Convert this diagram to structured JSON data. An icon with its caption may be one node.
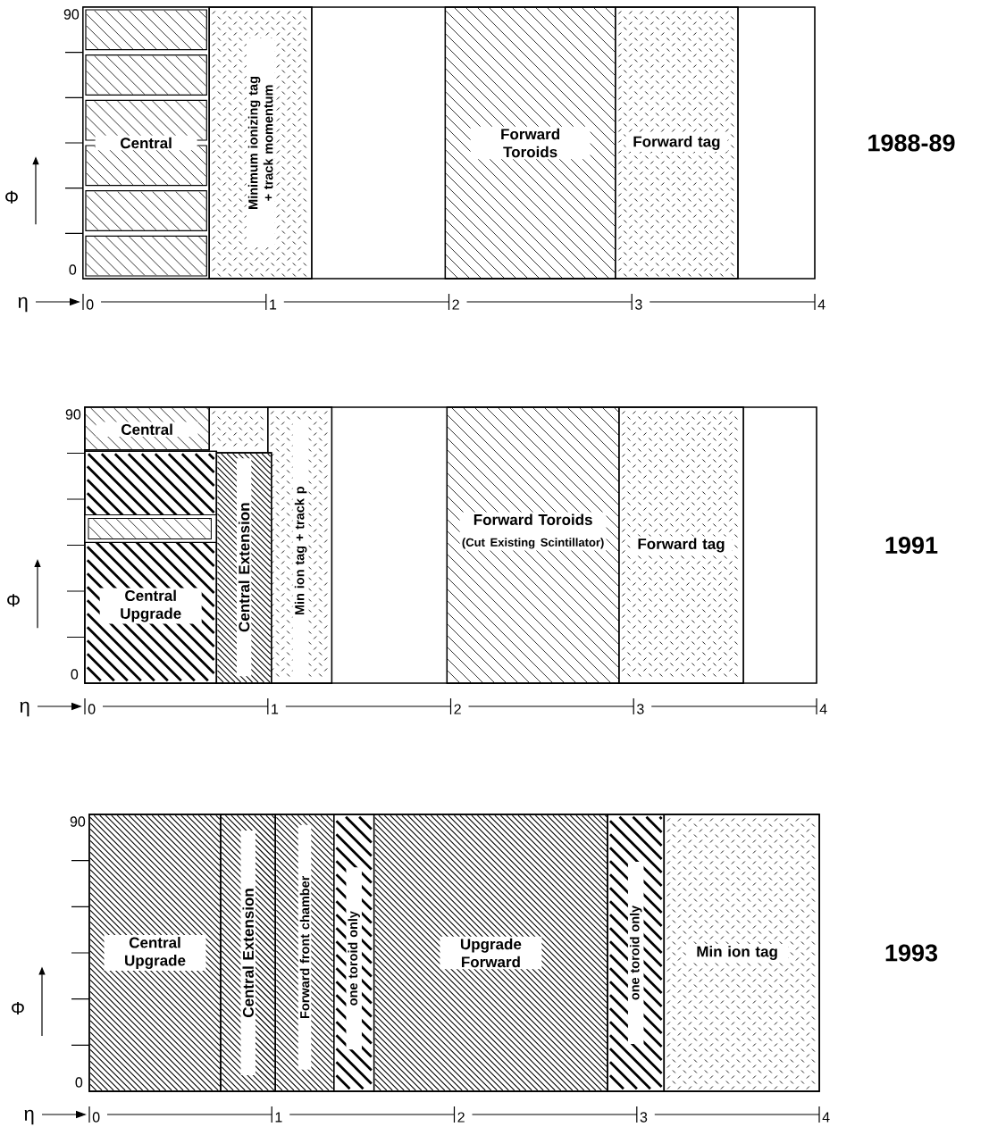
{
  "diagram": {
    "nodes": [
      {
        "text": [],
        "shape": "box"
      },
      {
        "text": [
          "Central"
        ],
        "in": 0
      },
      {
        "text": [
          "Minimum ionizing tag + track momentum"
        ],
        "in": 0
      },
      {
        "text": [
          "Forward Toroids"
        ],
        "in": 0
      },
      {
        "text": [
          "Forward tag"
        ],
        "in": 0
      },
      {
        "text": [],
        "shape": "box"
      },
      {
        "text": [
          "Central"
        ],
        "in": 5
      },
      {
        "text": [
          "Central Upgrade"
        ],
        "in": 5
      },
      {
        "text": [
          "Central Extension"
        ],
        "in": 5
      },
      {
        "text": [
          "Min ion tag + track p"
        ],
        "in": 5
      },
      {
        "text": [
          "Forward Toroids",
          "(Cut Existing Scintillator)"
        ],
        "in": 5
      },
      {
        "text": [
          "Forward tag"
        ],
        "in": 5
      },
      {
        "text": [],
        "shape": "box"
      },
      {
        "text": [
          "Central Upgrade"
        ],
        "in": 12
      },
      {
        "text": [
          "Central Extension"
        ],
        "in": 12
      },
      {
        "text": [
          "Forward front chamber"
        ],
        "in": 12
      },
      {
        "text": [
          "one toroid only"
        ],
        "in": 12
      },
      {
        "text": [
          "Upgrade Forward"
        ],
        "in": 12
      },
      {
        "text": [
          "one toroid only"
        ],
        "in": 12
      },
      {
        "text": [
          "Min ion tag"
        ],
        "in": 12
      }
    ],
    "labels": [
      "90",
      "0",
      "Φ",
      "η",
      "0",
      "1",
      "2",
      "3",
      "4",
      "1988-89",
      "90",
      "0",
      "Φ",
      "η",
      "0",
      "1",
      "2",
      "3",
      "4",
      "1991",
      "90",
      "0",
      "Φ",
      "η",
      "0",
      "1",
      "2",
      "3",
      "4",
      "1993"
    ]
  }
}
